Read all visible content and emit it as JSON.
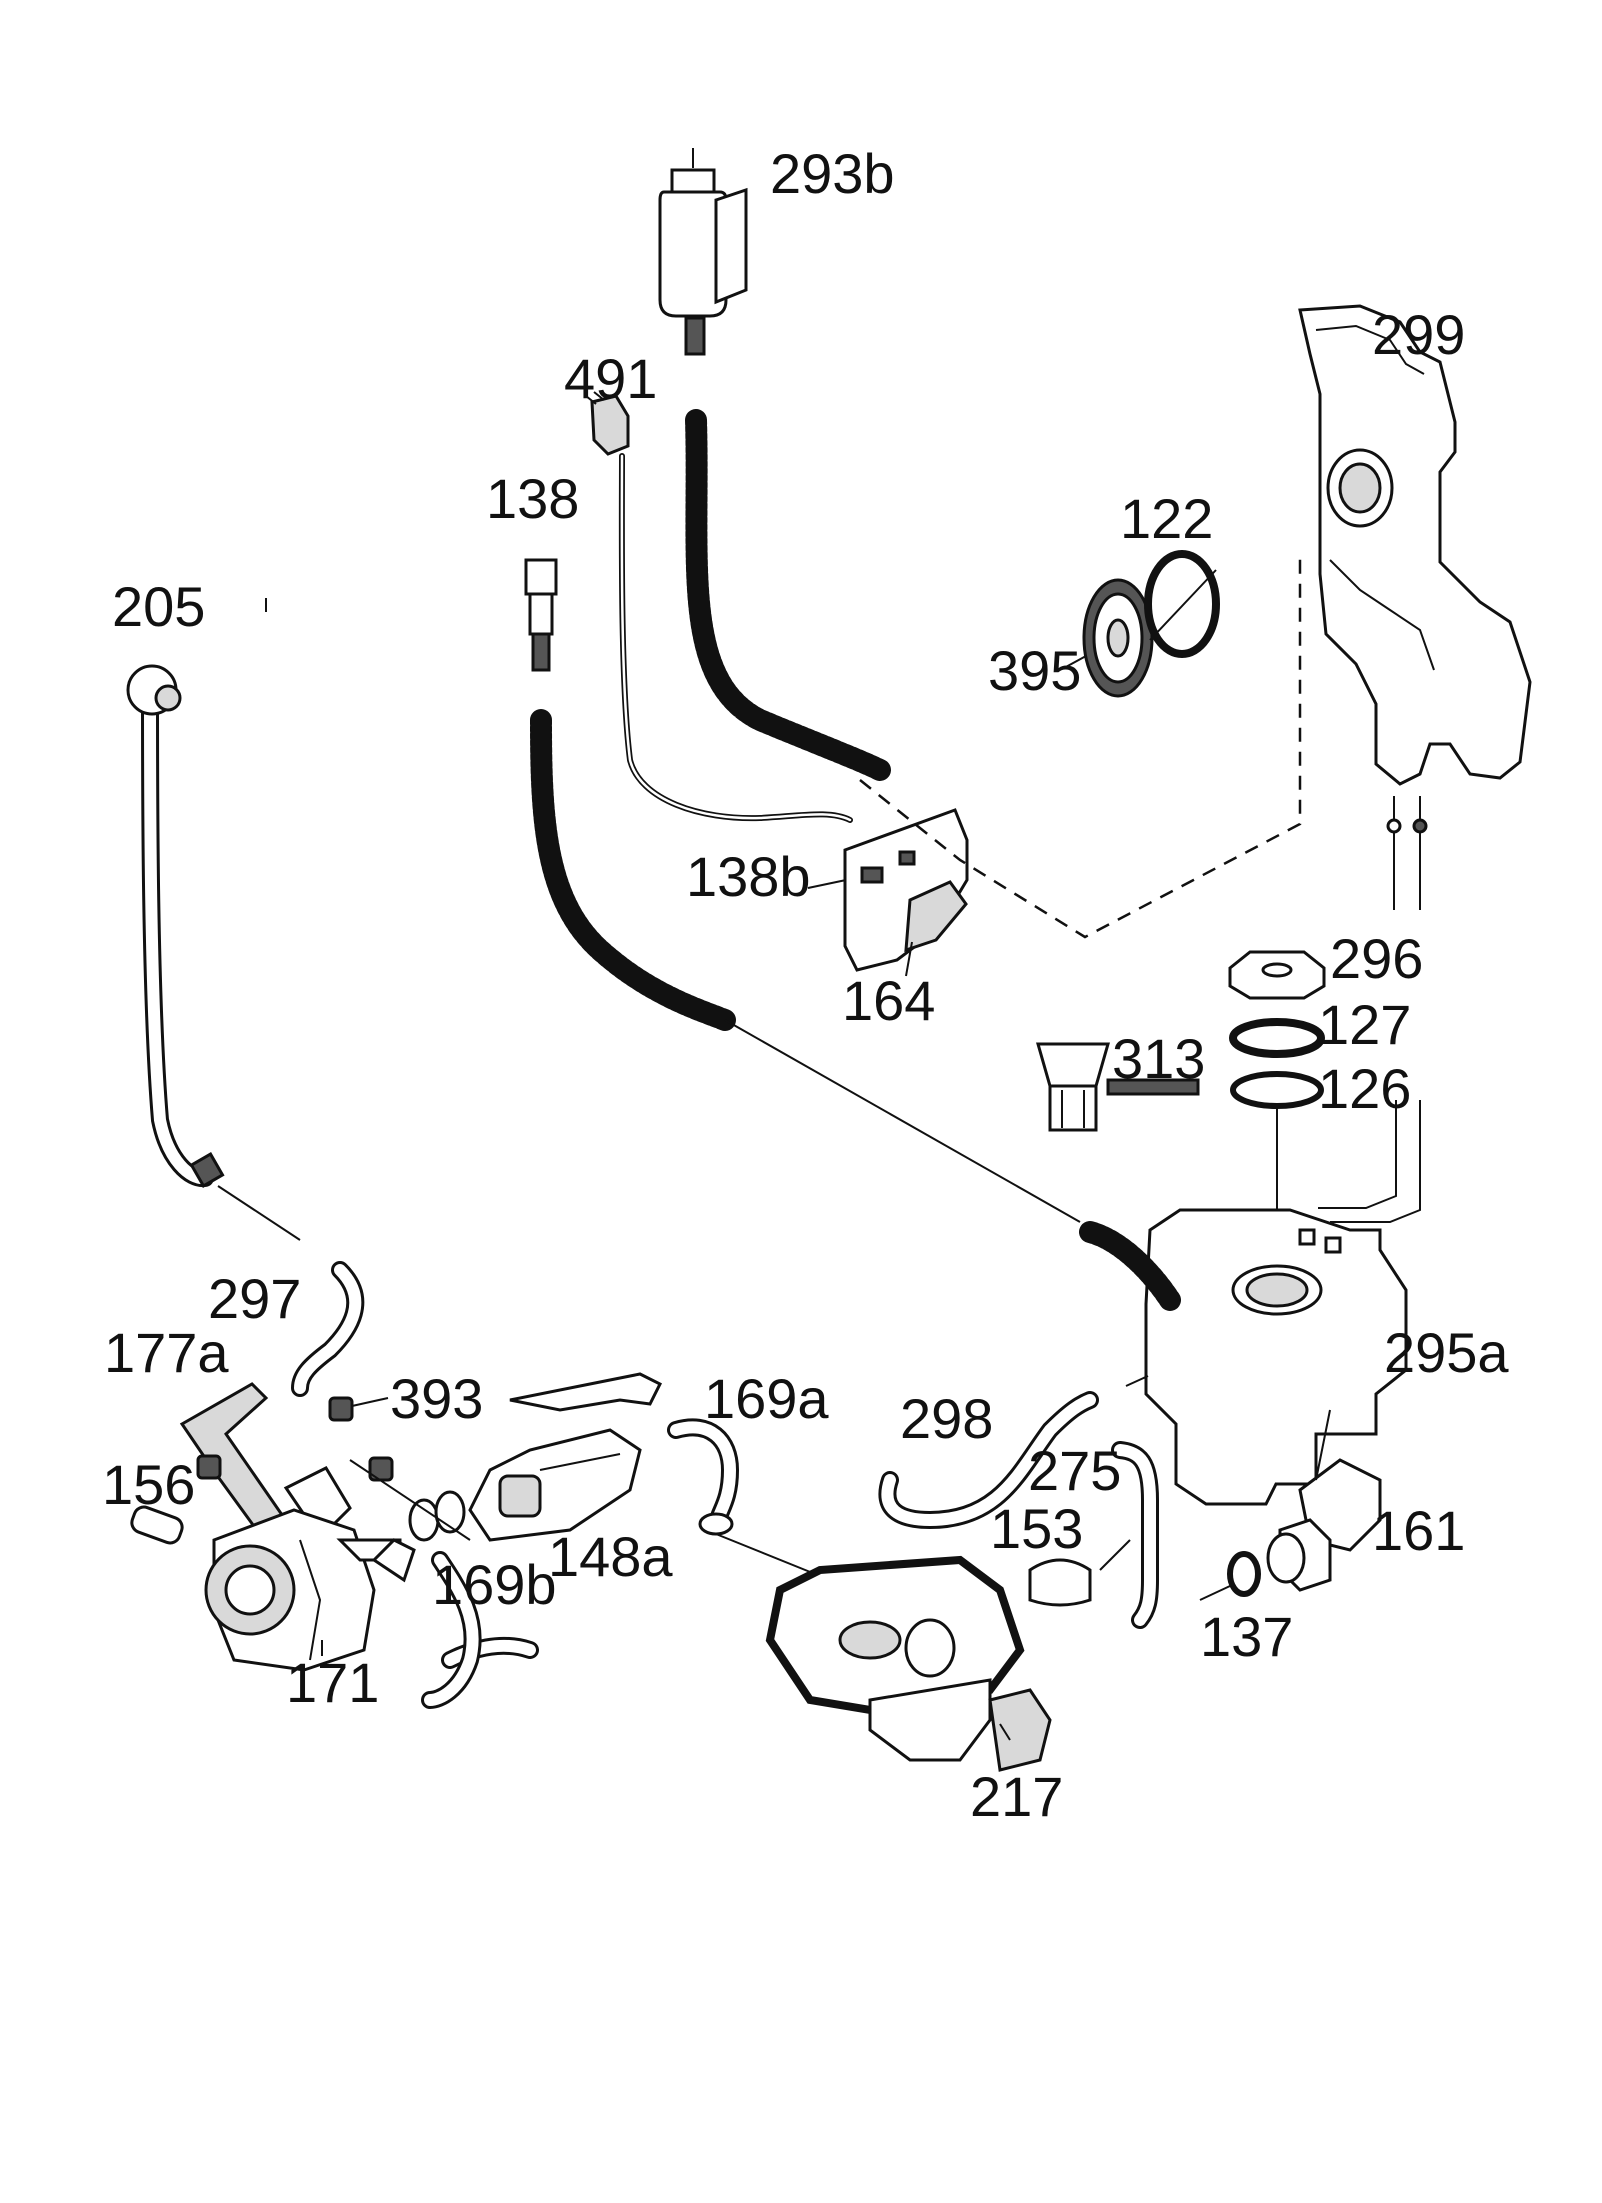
{
  "labels": {
    "p293b": "293b",
    "p299": "299",
    "p491": "491",
    "p138": "138",
    "p122": "122",
    "p205": "205",
    "p395": "395",
    "p138b": "138b",
    "p164": "164",
    "p296": "296",
    "p127": "127",
    "p313": "313",
    "p126": "126",
    "p297": "297",
    "p295a": "295a",
    "p177a": "177a",
    "p393": "393",
    "p169a": "169a",
    "p298": "298",
    "p275": "275",
    "p156": "156",
    "p153": "153",
    "p161": "161",
    "p169b": "169b",
    "p148a": "148a",
    "p137": "137",
    "p171": "171",
    "p217": "217"
  }
}
